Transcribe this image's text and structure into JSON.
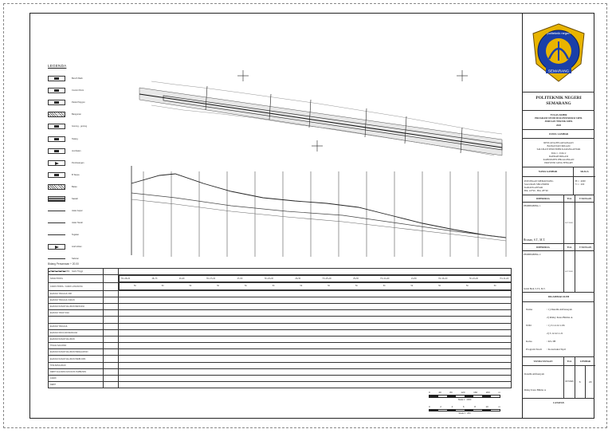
{
  "legend": {
    "title": "LEGENDA",
    "items": [
      {
        "label": "Bench Mark",
        "sym": "mid"
      },
      {
        "label": "Control Point",
        "sym": "mid"
      },
      {
        "label": "Patok Polygon",
        "sym": "mid"
      },
      {
        "label": "Bangunan",
        "sym": "hatch"
      },
      {
        "label": "Gorong - gorong",
        "sym": "mid"
      },
      {
        "label": "Talang",
        "sym": "mid"
      },
      {
        "label": "Jembatan",
        "sym": "mid"
      },
      {
        "label": "Pembuangan",
        "sym": "arrow"
      },
      {
        "label": "B Tanpa",
        "sym": "mid"
      },
      {
        "label": "Batas",
        "sym": "hatch"
      },
      {
        "label": "Sawah",
        "sym": "dense"
      },
      {
        "label": "Jalan Aspal",
        "sym": "line"
      },
      {
        "label": "Jalan Tanah",
        "sym": "line"
      },
      {
        "label": "Tegalan",
        "sym": "line"
      },
      {
        "label": "Arah Aliran",
        "sym": "arrow"
      },
      {
        "label": "Saluran",
        "sym": "line"
      },
      {
        "label": "Garis Tinggi",
        "sym": "dash"
      }
    ]
  },
  "profile": {
    "caption": "Bidang Persamaan + 20.00",
    "rows": [
      "PROFIL MEMANJANG",
      "NAMA PROFIL",
      "JARAK PROFIL / JARAK LANGSUNG",
      "ELEVASI TANGGUL KIRI",
      "ELEVASI TANGGUL KANAN",
      "ELEVASI DASAR SALURAN RENCANA",
      "ELEVASI TANAH ASLI",
      "",
      "ELEVASI TANGGUL",
      "ELEVASI MUKA AIR RENCANA",
      "ELEVASI DASAR SALURAN",
      "TINGGI SALURAN",
      "ELEVASI DASAR SALURAN PENELAAHAN",
      "ELEVASI DASAR SALURAN PEMB AIRS",
      "TIPE BANGUNAN",
      "DEBIT SALURAN DAN DATA TAMBAHAN",
      "JARAK",
      "DEBIT"
    ],
    "stations": [
      "Hm.28+00",
      "28+73",
      "29+00",
      "Hm.27+00",
      "27+50",
      "Hm.26+00",
      "26+50",
      "Hm.25+00",
      "25+50",
      "Hm.24+00",
      "24+50",
      "Hm.23+00",
      "Hm.22+00",
      "Hm.21+00"
    ],
    "distances": [
      "50",
      "50",
      "50",
      "50",
      "50",
      "50",
      "50",
      "50",
      "50",
      "50",
      "50",
      "50",
      "50",
      "50"
    ]
  },
  "scales": [
    {
      "nums": [
        "0",
        "40",
        "80",
        "120",
        "160",
        "200"
      ],
      "unit": "m",
      "caption": "Skala 1 : 4000"
    },
    {
      "nums": [
        "0",
        "2",
        "4",
        "6",
        "8",
        "10"
      ],
      "unit": "m",
      "caption": "Skala 1 : 200"
    }
  ],
  "title_block": {
    "logo_text": "politeknik negeri",
    "logo_sub": "SEMARANG",
    "institution": [
      "POLITEKNIK NEGERI",
      "SEMARANG"
    ],
    "project": [
      "TUGAS AKHIR",
      "PROGRAM STUDI D3 KONSTRUKSI SIPIL",
      "JURUSAN TEKNIK SIPIL",
      "2020"
    ],
    "drawing_title_header": "JUDUL GAMBAR",
    "drawing_title": [
      "RENCANA PELAKSANAAN",
      "BANGUNAN IRIGASI",
      "SALURAN SEKUNDER KARANGANYAR",
      "D.Kr.1 - D.Kr.2",
      "DAERAH IRIGASI",
      "KABUPATEN PEKALONGAN",
      "PROVINSI JAWA TENGAH"
    ],
    "name_header": "NAMA GAMBAR",
    "scale_header": "SKALA",
    "name_text": [
      "POTONGAN MEMANJANG",
      "SALURAN SEKUNDER",
      "KARANGANYAR",
      "Bm. 24+90 - Hm. 28+90"
    ],
    "scale_values": [
      "H 1 : 4000",
      "V 1 : 200"
    ],
    "checked_header": "DIPERIKSA",
    "date_header": "TGL",
    "sign_header": "T.TANGAN",
    "checker1_role": "PEMBIMBING 1",
    "checker1_name": "Risman, S.T., M.T.",
    "checker1_date": "06/7/2020",
    "checker2_role": "PEMBIMBING 2",
    "checker2_name": "Salam Budi, S.ST., M.T.",
    "checker2_date": "06/7/2020",
    "made_by_header": "DIGAMBAR OLEH",
    "info": [
      {
        "key": "Nama",
        "value": ": 1) Dandhi Alifiansyah"
      },
      {
        "key": "",
        "value": "  2) Rizky Kuss Bhima A."
      },
      {
        "key": "NIM",
        "value": ": 1) 3.12.22.1.06"
      },
      {
        "key": "",
        "value": "  2) 3.12.22.1.21"
      },
      {
        "key": "Kelas",
        "value": ": KS-3B"
      },
      {
        "key": "Program Studi",
        "value": ": Konstruksi Sipil"
      }
    ],
    "signature_header": "TANDA TANGAN",
    "sheet_header": "LEMBAR",
    "sheet_no": "6",
    "sheet_total": "20",
    "sig_name1": "Dandhi Alifiansyah",
    "sig_name2": "Rizky Kuss Bhima A",
    "sig_date": "06/7/2020",
    "notes_header": "CATATAN"
  }
}
